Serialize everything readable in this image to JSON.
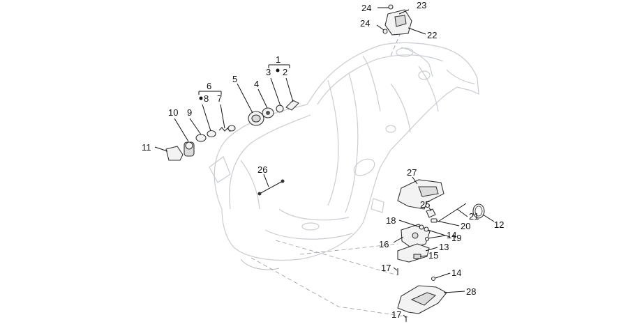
{
  "callouts": [
    {
      "id": "c1",
      "text": "1"
    },
    {
      "id": "c2",
      "text": "2"
    },
    {
      "id": "c3",
      "text": "3"
    },
    {
      "id": "c4",
      "text": "4"
    },
    {
      "id": "c5",
      "text": "5"
    },
    {
      "id": "c6",
      "text": "6"
    },
    {
      "id": "c7",
      "text": "7"
    },
    {
      "id": "c8",
      "text": "8"
    },
    {
      "id": "c9",
      "text": "9"
    },
    {
      "id": "c10",
      "text": "10"
    },
    {
      "id": "c11",
      "text": "11"
    },
    {
      "id": "c12",
      "text": "12"
    },
    {
      "id": "c13",
      "text": "13"
    },
    {
      "id": "c14a",
      "text": "14"
    },
    {
      "id": "c14b",
      "text": "14"
    },
    {
      "id": "c15",
      "text": "15"
    },
    {
      "id": "c16",
      "text": "16"
    },
    {
      "id": "c17a",
      "text": "17"
    },
    {
      "id": "c17b",
      "text": "17"
    },
    {
      "id": "c18",
      "text": "18"
    },
    {
      "id": "c19",
      "text": "19"
    },
    {
      "id": "c20",
      "text": "20"
    },
    {
      "id": "c21",
      "text": "21"
    },
    {
      "id": "c22",
      "text": "22"
    },
    {
      "id": "c23",
      "text": "23"
    },
    {
      "id": "c24a",
      "text": "24"
    },
    {
      "id": "c24b",
      "text": "24"
    },
    {
      "id": "c25",
      "text": "25"
    },
    {
      "id": "c26",
      "text": "26"
    },
    {
      "id": "c27",
      "text": "27"
    },
    {
      "id": "c28",
      "text": "28"
    }
  ]
}
